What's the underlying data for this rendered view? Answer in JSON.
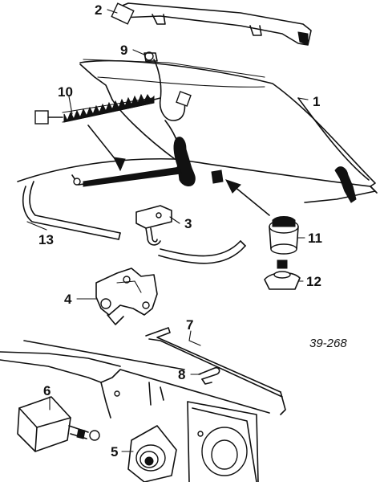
{
  "diagram_ref": "39-268",
  "callouts": [
    {
      "num": "1",
      "part": "hood-panel"
    },
    {
      "num": "2",
      "part": "hood-front-reinforcement"
    },
    {
      "num": "3",
      "part": "hood-latch-hook"
    },
    {
      "num": "4",
      "part": "hood-latch-assembly"
    },
    {
      "num": "5",
      "part": "horn"
    },
    {
      "num": "6",
      "part": "horn-relay"
    },
    {
      "num": "7",
      "part": "hood-release-rod"
    },
    {
      "num": "8",
      "part": "release-rod-clip"
    },
    {
      "num": "9",
      "part": "hood-prop-rod"
    },
    {
      "num": "10",
      "part": "hood-spring"
    },
    {
      "num": "11",
      "part": "hood-bumper"
    },
    {
      "num": "12",
      "part": "bumper-nut"
    },
    {
      "num": "13",
      "part": "hood-seal"
    }
  ]
}
